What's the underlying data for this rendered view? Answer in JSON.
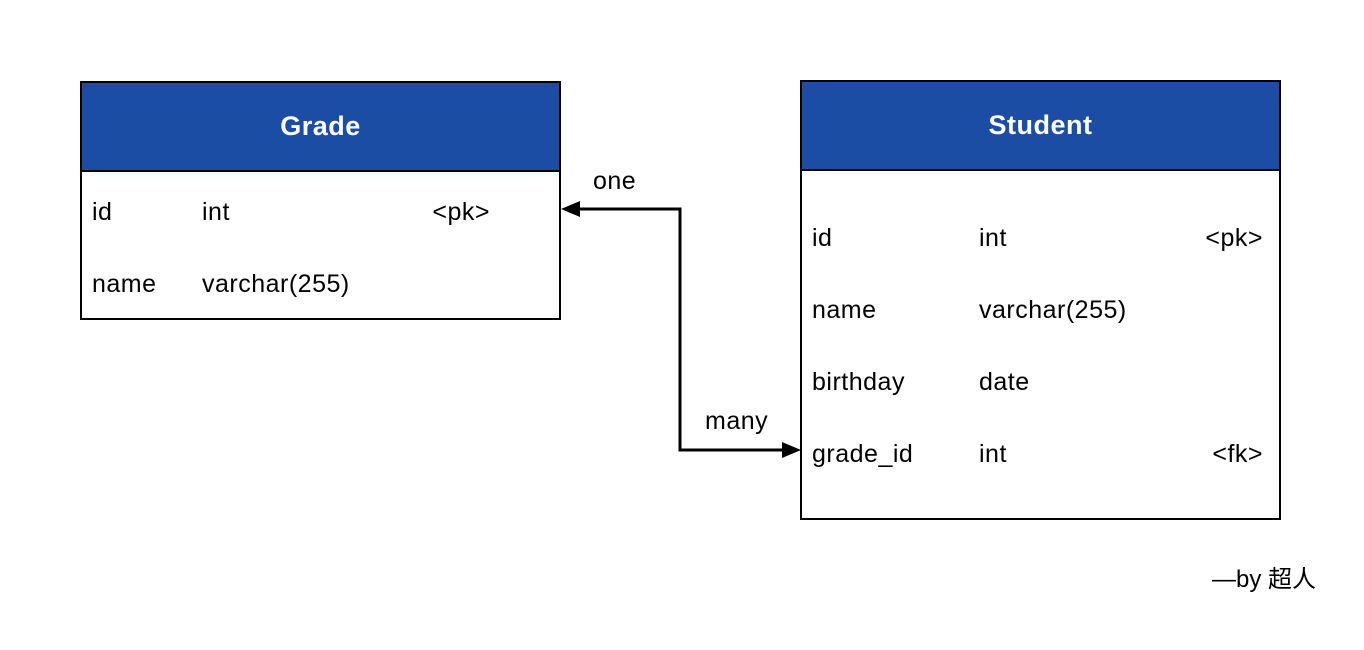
{
  "diagram": {
    "tables": [
      {
        "name": "Grade",
        "rows": [
          {
            "field": "id",
            "type": "int",
            "key": "<pk>"
          },
          {
            "field": "name",
            "type": "varchar(255)",
            "key": ""
          }
        ]
      },
      {
        "name": "Student",
        "rows": [
          {
            "field": "id",
            "type": "int",
            "key": "<pk>"
          },
          {
            "field": "name",
            "type": "varchar(255)",
            "key": ""
          },
          {
            "field": "birthday",
            "type": "date",
            "key": ""
          },
          {
            "field": "grade_id",
            "type": "int",
            "key": "<fk>"
          }
        ]
      }
    ],
    "relationship": {
      "one_label": "one",
      "many_label": "many"
    },
    "signature": "—by 超人",
    "colors": {
      "header_bg": "#1c4da4",
      "header_text": "#ffffff",
      "border": "#000000",
      "connector": "#000000"
    }
  }
}
